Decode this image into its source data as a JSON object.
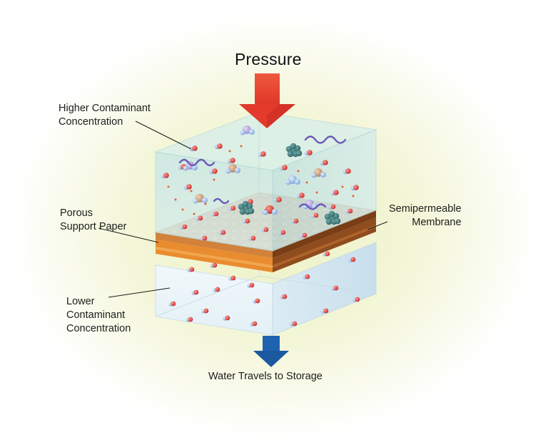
{
  "diagram": {
    "title": "Pressure",
    "labels": {
      "higher": [
        "Higher Contaminant",
        "Concentration"
      ],
      "porous": [
        "Porous",
        "Support Paper"
      ],
      "semi": [
        "Semipermeable",
        "Membrane"
      ],
      "lower": [
        "Lower",
        "Contaminant",
        "Concentration"
      ],
      "storage": "Water Travels to Storage"
    },
    "colors": {
      "pressure_arrow": "#e8432e",
      "output_arrow": "#1f63b0",
      "membrane_top": "#d9a271",
      "support_orange": "#e88a2e",
      "support_brown": "#8a4b1f",
      "water_upper": "#cfe8ea",
      "water_lower": "#eaf4f8"
    },
    "icons": [
      "pressure-arrow-icon",
      "storage-arrow-icon",
      "molecule-icon"
    ]
  }
}
